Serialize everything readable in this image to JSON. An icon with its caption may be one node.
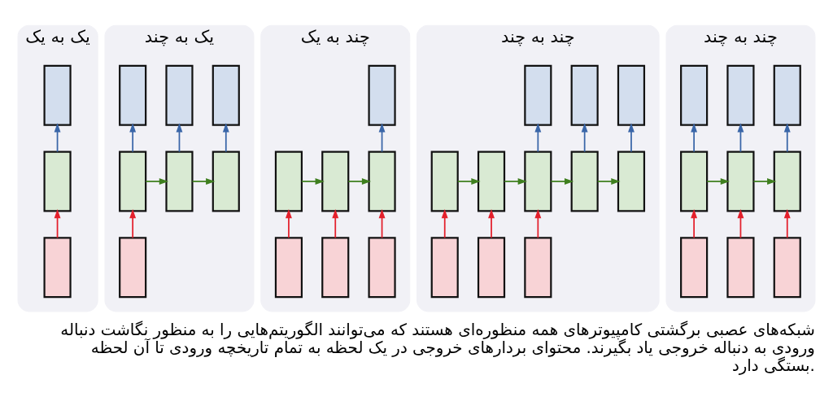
{
  "diagram": {
    "caption": "شبکه‌های عصبی برگشتی کامپیوترهای همه منظوره‌ای هستند که می‌توانند الگوریتم‌هایی را به منظور نگاشت دنباله ورودی به دنباله خروجی یاد بگیرند. محتوای بردارهای خروجی در یک لحظه به تمام تاریخچه ورودی تا آن لحظه بستگی دارد.",
    "nodes": [
      {
        "text": [
          "یک به یک"
        ]
      },
      {
        "text": [],
        "shape": "box",
        "in": 0
      },
      {
        "text": [],
        "shape": "box",
        "in": 0
      },
      {
        "text": [],
        "shape": "box",
        "in": 0
      },
      {
        "text": [
          "یک به چند"
        ]
      },
      {
        "text": [],
        "shape": "box",
        "in": 4
      },
      {
        "text": [],
        "shape": "box",
        "in": 4
      },
      {
        "text": [],
        "shape": "box",
        "in": 4
      },
      {
        "text": [],
        "shape": "box",
        "in": 4
      },
      {
        "text": [],
        "shape": "box",
        "in": 4
      },
      {
        "text": [],
        "shape": "box",
        "in": 4
      },
      {
        "text": [],
        "shape": "box",
        "in": 4
      },
      {
        "text": [
          "چند به یک"
        ]
      },
      {
        "text": [],
        "shape": "box",
        "in": 12
      },
      {
        "text": [],
        "shape": "box",
        "in": 12
      },
      {
        "text": [],
        "shape": "box",
        "in": 12
      },
      {
        "text": [],
        "shape": "box",
        "in": 12
      },
      {
        "text": [],
        "shape": "box",
        "in": 12
      },
      {
        "text": [],
        "shape": "box",
        "in": 12
      },
      {
        "text": [],
        "shape": "box",
        "in": 12
      },
      {
        "text": [
          "چند به چند"
        ]
      },
      {
        "text": [],
        "shape": "box",
        "in": 20
      },
      {
        "text": [],
        "shape": "box",
        "in": 20
      },
      {
        "text": [],
        "shape": "box",
        "in": 20
      },
      {
        "text": [],
        "shape": "box",
        "in": 20
      },
      {
        "text": [],
        "shape": "box",
        "in": 20
      },
      {
        "text": [],
        "shape": "box",
        "in": 20
      },
      {
        "text": [],
        "shape": "box",
        "in": 20
      },
      {
        "text": [],
        "shape": "box",
        "in": 20
      },
      {
        "text": [],
        "shape": "box",
        "in": 20
      },
      {
        "text": [],
        "shape": "box",
        "in": 20
      },
      {
        "text": [],
        "shape": "box",
        "in": 20
      },
      {
        "text": [
          "چند به چند"
        ]
      },
      {
        "text": [],
        "shape": "box",
        "in": 32
      },
      {
        "text": [],
        "shape": "box",
        "in": 32
      },
      {
        "text": [],
        "shape": "box",
        "in": 32
      },
      {
        "text": [],
        "shape": "box",
        "in": 32
      },
      {
        "text": [],
        "shape": "box",
        "in": 32
      },
      {
        "text": [],
        "shape": "box",
        "in": 32
      },
      {
        "text": [],
        "shape": "box",
        "in": 32
      },
      {
        "text": [],
        "shape": "box",
        "in": 32
      },
      {
        "text": [],
        "shape": "box",
        "in": 32
      }
    ],
    "edges": [
      {
        "from": 3,
        "to": 2,
        "arrow": "to",
        "color": "#e3202c"
      },
      {
        "from": 2,
        "to": 1,
        "arrow": "to",
        "color": "#3a66a8"
      },
      {
        "from": 11,
        "to": 8,
        "arrow": "to",
        "color": "#e3202c"
      },
      {
        "from": 8,
        "to": 9,
        "arrow": "to",
        "color": "#3f7f1f"
      },
      {
        "from": 9,
        "to": 10,
        "arrow": "to",
        "color": "#3f7f1f"
      },
      {
        "from": 8,
        "to": 5,
        "arrow": "to",
        "color": "#3a66a8"
      },
      {
        "from": 9,
        "to": 6,
        "arrow": "to",
        "color": "#3a66a8"
      },
      {
        "from": 10,
        "to": 7,
        "arrow": "to",
        "color": "#3a66a8"
      },
      {
        "from": 17,
        "to": 14,
        "arrow": "to",
        "color": "#e3202c"
      },
      {
        "from": 18,
        "to": 15,
        "arrow": "to",
        "color": "#e3202c"
      },
      {
        "from": 19,
        "to": 16,
        "arrow": "to",
        "color": "#e3202c"
      },
      {
        "from": 14,
        "to": 15,
        "arrow": "to",
        "color": "#3f7f1f"
      },
      {
        "from": 15,
        "to": 16,
        "arrow": "to",
        "color": "#3f7f1f"
      },
      {
        "from": 16,
        "to": 13,
        "arrow": "to",
        "color": "#3a66a8"
      },
      {
        "from": 29,
        "to": 24,
        "arrow": "to",
        "color": "#e3202c"
      },
      {
        "from": 30,
        "to": 25,
        "arrow": "to",
        "color": "#e3202c"
      },
      {
        "from": 31,
        "to": 26,
        "arrow": "to",
        "color": "#e3202c"
      },
      {
        "from": 24,
        "to": 25,
        "arrow": "to",
        "color": "#3f7f1f"
      },
      {
        "from": 25,
        "to": 26,
        "arrow": "to",
        "color": "#3f7f1f"
      },
      {
        "from": 26,
        "to": 27,
        "arrow": "to",
        "color": "#3f7f1f"
      },
      {
        "from": 27,
        "to": 28,
        "arrow": "to",
        "color": "#3f7f1f"
      },
      {
        "from": 26,
        "to": 21,
        "arrow": "to",
        "color": "#3a66a8"
      },
      {
        "from": 27,
        "to": 22,
        "arrow": "to",
        "color": "#3a66a8"
      },
      {
        "from": 28,
        "to": 23,
        "arrow": "to",
        "color": "#3a66a8"
      },
      {
        "from": 39,
        "to": 36,
        "arrow": "to",
        "color": "#e3202c"
      },
      {
        "from": 40,
        "to": 37,
        "arrow": "to",
        "color": "#e3202c"
      },
      {
        "from": 41,
        "to": 38,
        "arrow": "to",
        "color": "#e3202c"
      },
      {
        "from": 36,
        "to": 37,
        "arrow": "to",
        "color": "#3f7f1f"
      },
      {
        "from": 37,
        "to": 38,
        "arrow": "to",
        "color": "#3f7f1f"
      },
      {
        "from": 36,
        "to": 33,
        "arrow": "to",
        "color": "#3a66a8"
      },
      {
        "from": 37,
        "to": 34,
        "arrow": "to",
        "color": "#3a66a8"
      },
      {
        "from": 38,
        "to": 35,
        "arrow": "to",
        "color": "#3a66a8"
      }
    ]
  }
}
